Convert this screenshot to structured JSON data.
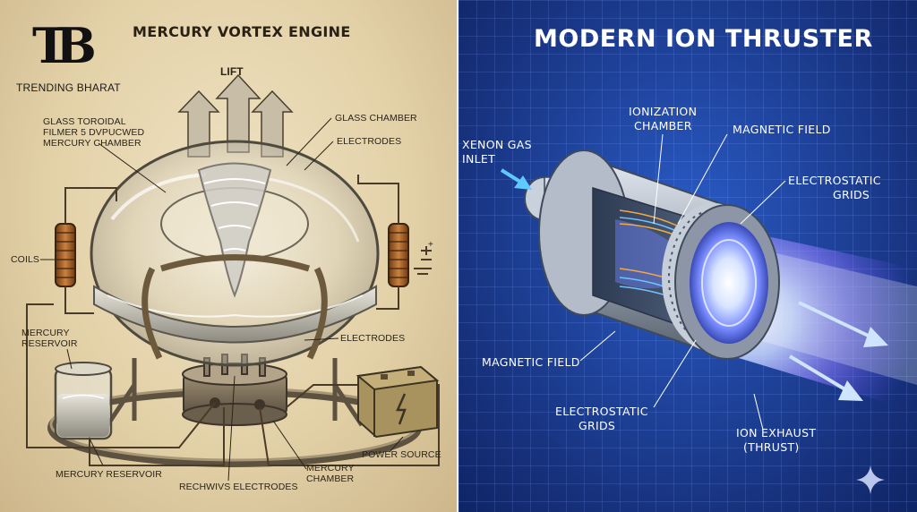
{
  "brand": {
    "logo_text": "TB",
    "name": "TRENDING BHARAT"
  },
  "left_panel": {
    "title": "MERCURY VORTEX ENGINE",
    "labels": {
      "lift": "LIFT",
      "glass_toroidal_1": "GLASS TOROIDAL",
      "glass_toroidal_2": "FILMER 5 DVPUCWED",
      "glass_toroidal_3": "MERCURY CHAMBER",
      "glass_chamber": "GLASS CHAMBER",
      "electrodes_top": "ELECTRODES",
      "coils": "COILS",
      "mercury_reservoir_top_1": "MERCURY",
      "mercury_reservoir_top_2": "RESERVOIR",
      "electrodes_right": "ELECTRODES",
      "power_source": "POWER SOURCE",
      "mercury_reservoir_bottom": "MERCURY RESERVOIR",
      "rechwivs_electrodes": "RECHWIVS ELECTRODES",
      "mercury_chamber_1": "MERCURY",
      "mercury_chamber_2": "CHAMBER",
      "battery_symbol": "+"
    }
  },
  "right_panel": {
    "title": "MODERN ION THRUSTER",
    "labels": {
      "xenon_1": "XENON GAS",
      "xenon_2": "INLET",
      "ionization_1": "IONIZATION",
      "ionization_2": "CHAMBER",
      "magnetic_field_top": "MAGNETIC FIELD",
      "electrostatic_top_1": "ELECTROSTATIC",
      "electrostatic_top_2": "GRIDS",
      "magnetic_field_left": "MAGNETIC FIELD",
      "electrostatic_bottom_1": "ELECTROSTATIC",
      "electrostatic_bottom_2": "GRIDS",
      "ion_exhaust_1": "ION EXHAUST",
      "ion_exhaust_2": "(THRUST)"
    }
  },
  "colors": {
    "parchment": "#e6d4ab",
    "blueprint": "#1c3a8c",
    "copper": "#b06a2c",
    "glow": "#8f7bff"
  }
}
